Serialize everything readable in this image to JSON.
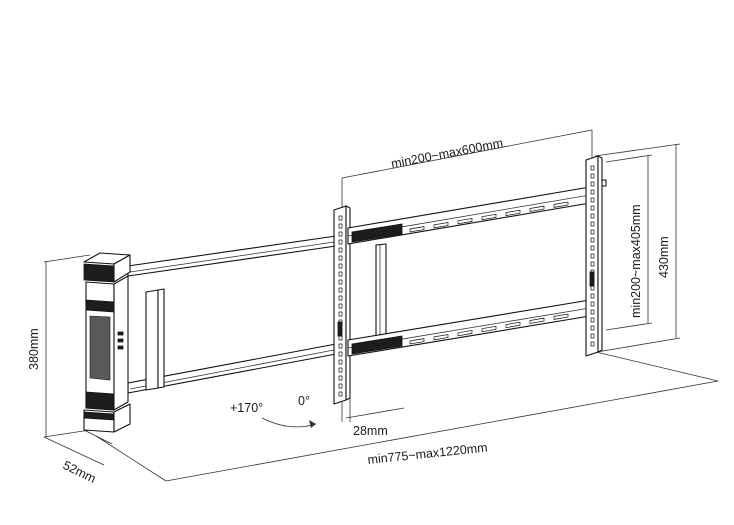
{
  "dimensions": {
    "rail_width": "min200~max600mm",
    "vesa_height": "min200~max405mm",
    "plate_height": "430mm",
    "wall_plate_height": "380mm",
    "wall_plate_depth": "52mm",
    "profile": "28mm",
    "extension": "min775~max1220mm"
  },
  "rotation": {
    "plus": "+170°",
    "zero": "0°"
  }
}
